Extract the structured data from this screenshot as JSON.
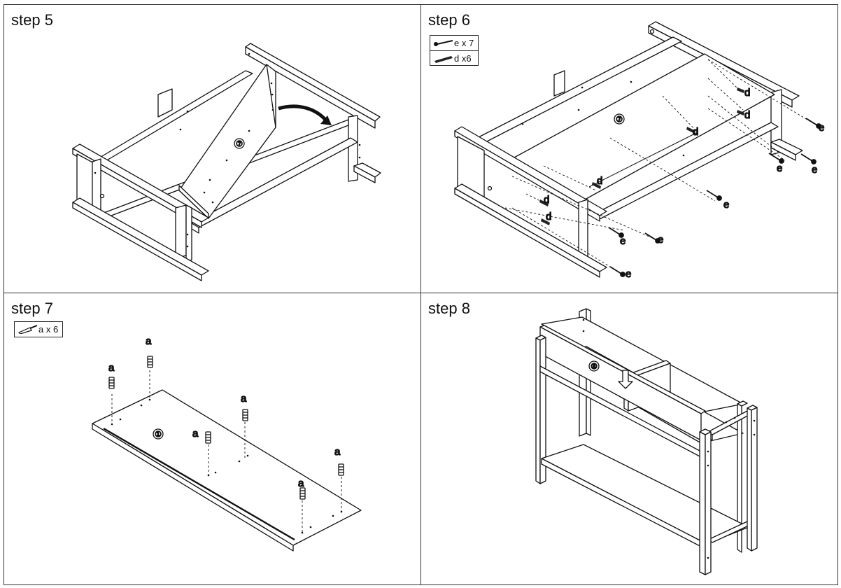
{
  "steps": [
    {
      "title": "step 5",
      "part_number": "⑦"
    },
    {
      "title": "step 6",
      "part_number": "⑦",
      "hardware": [
        {
          "qty": "e x 7"
        },
        {
          "qty": "d x6"
        }
      ],
      "callouts": {
        "d": "d",
        "e": "e"
      }
    },
    {
      "title": "step 7",
      "part_number": "①",
      "hardware": [
        {
          "qty": "a x 6"
        }
      ],
      "callouts": {
        "a": "a"
      }
    },
    {
      "title": "step 8",
      "part_number": "⑧"
    }
  ]
}
